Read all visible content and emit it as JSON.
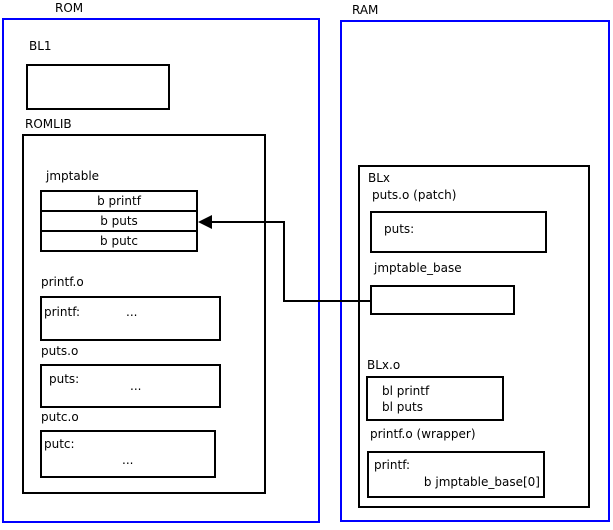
{
  "colors": {
    "frame": "#0000ff",
    "box": "#000000",
    "background": "#ffffff"
  },
  "rom": {
    "title": "ROM",
    "bl1_label": "BL1",
    "romlib_label": "ROMLIB",
    "jmptable": {
      "label": "jmptable",
      "rows": [
        "b printf",
        "b puts",
        "b putc"
      ]
    },
    "printf_o": {
      "label": "printf.o",
      "symbol": "printf:",
      "body": "..."
    },
    "puts_o": {
      "label": "puts.o",
      "symbol": "puts:",
      "body": "..."
    },
    "putc_o": {
      "label": "putc.o",
      "symbol": "putc:",
      "body": "..."
    }
  },
  "ram": {
    "title": "RAM",
    "blx_label": "BLx",
    "puts_patch": {
      "label": "puts.o (patch)",
      "symbol": "puts:"
    },
    "jmptable_base_label": "jmptable_base",
    "blx_o": {
      "label": "BLx.o",
      "line1": "bl printf",
      "line2": "bl puts"
    },
    "printf_wrapper": {
      "label": "printf.o (wrapper)",
      "symbol": "printf:",
      "instruction": "b jmptable_base[0]"
    }
  }
}
